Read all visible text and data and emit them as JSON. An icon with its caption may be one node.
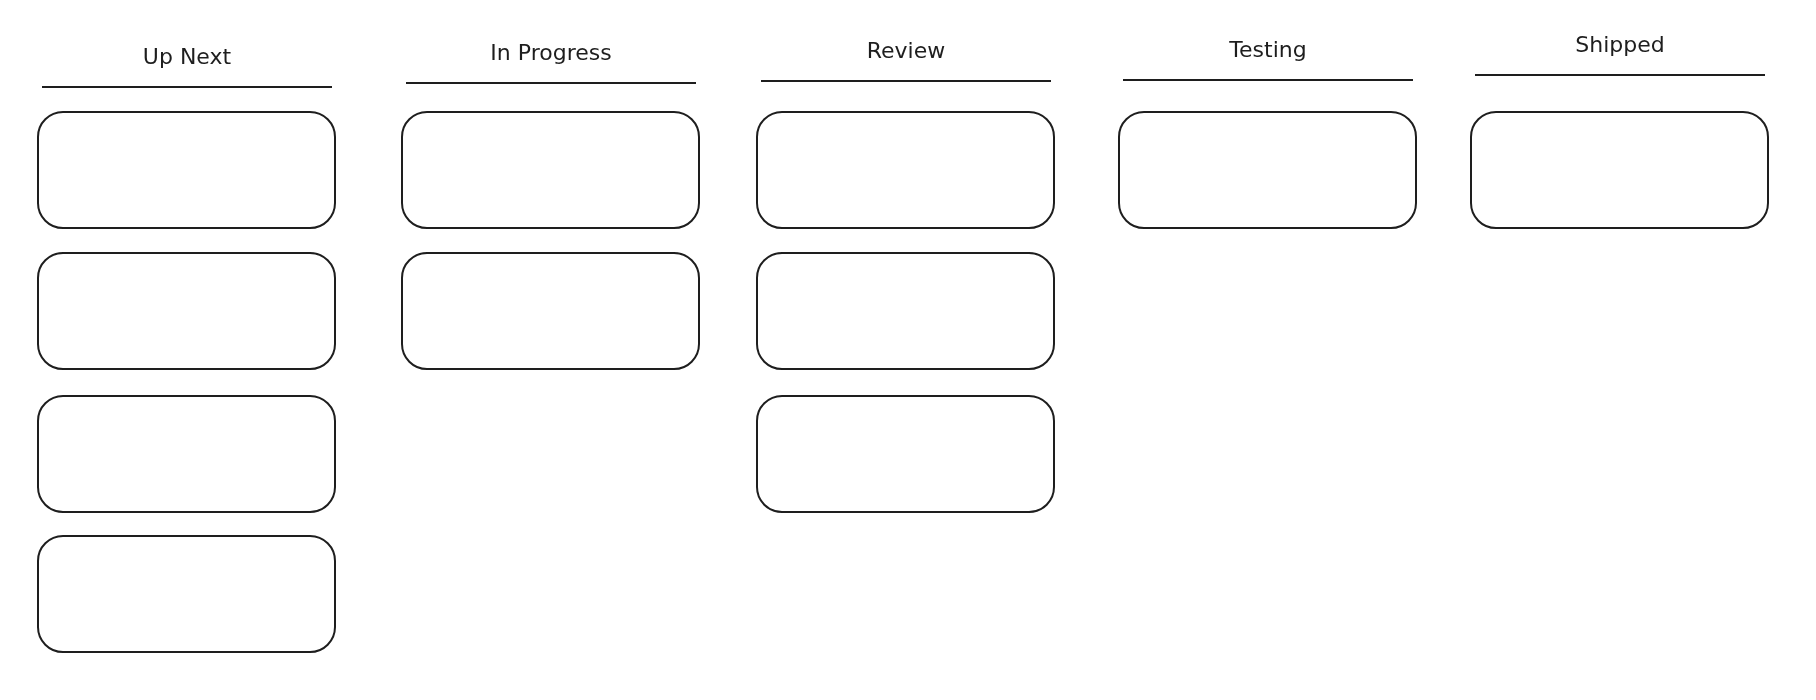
{
  "diagram": {
    "nodes": [
      {
        "text": [],
        "shape": "box"
      },
      {
        "text": [],
        "shape": "box"
      },
      {
        "text": [],
        "shape": "box"
      },
      {
        "text": [],
        "shape": "box"
      },
      {
        "text": [],
        "shape": "box"
      },
      {
        "text": [],
        "shape": "box"
      },
      {
        "text": [],
        "shape": "box"
      },
      {
        "text": [],
        "shape": "box"
      },
      {
        "text": [],
        "shape": "box"
      },
      {
        "text": [],
        "shape": "box"
      },
      {
        "text": [],
        "shape": "box"
      }
    ],
    "labels": [
      "Up Next",
      "In Progress",
      "Review",
      "Testing",
      "Shipped"
    ]
  }
}
